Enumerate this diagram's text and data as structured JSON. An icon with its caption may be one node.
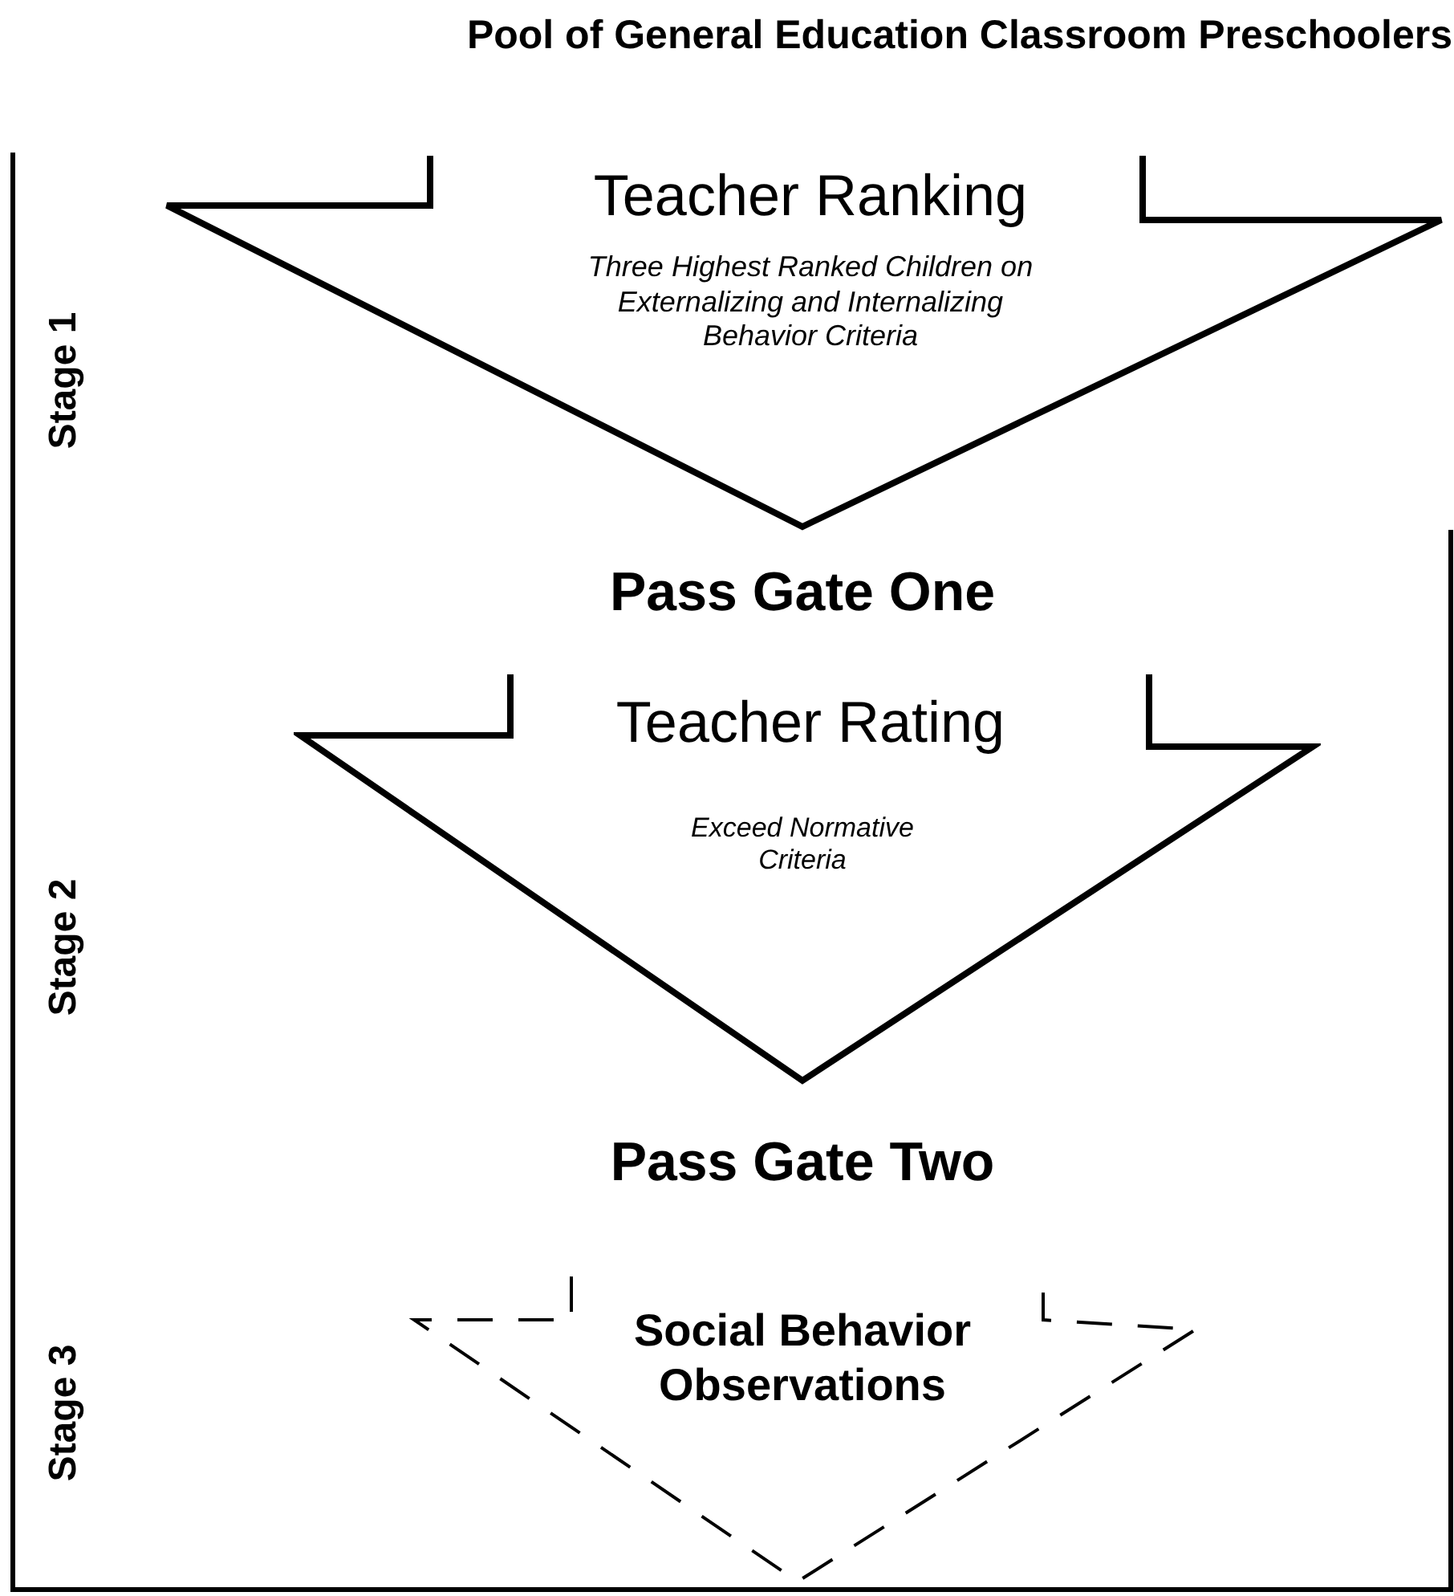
{
  "diagram": {
    "title": "Pool of General Education Classroom Preschoolers",
    "nodes": [
      {
        "text": [
          "Teacher Ranking",
          "Three Highest Ranked Children on Externalizing and Internalizing Behavior Criteria"
        ]
      },
      {
        "text": [
          "Pass Gate One"
        ]
      },
      {
        "text": [
          "Teacher Rating",
          "Exceed Normative Criteria"
        ]
      },
      {
        "text": [
          "Pass Gate Two"
        ]
      },
      {
        "text": [
          "Social Behavior Observations"
        ]
      }
    ],
    "labels": [
      "Stage 1",
      "Stage 2",
      "Stage 3"
    ]
  }
}
